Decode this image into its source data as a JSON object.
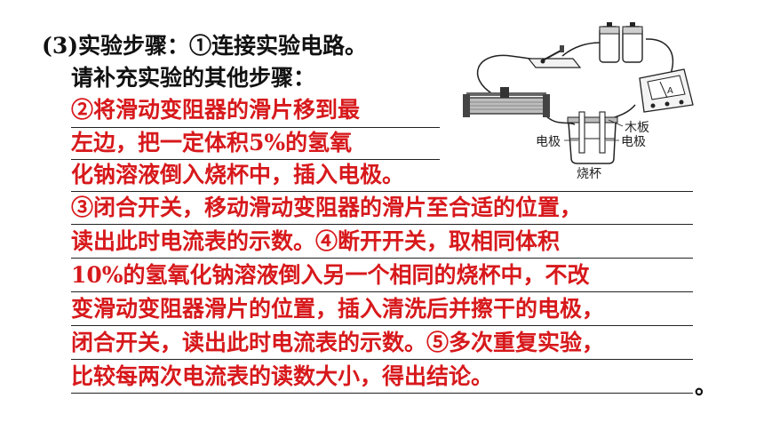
{
  "heading": {
    "step_label": "(3)实验步骤：①连接实验电路。",
    "instruction": "请补充实验的其他步骤："
  },
  "answer_lines": [
    "②将滑动变阻器的滑片移到最",
    "左边，把一定体积5%的氢氧",
    "化钠溶液倒入烧杯中，插入电极。",
    "③闭合开关，移动滑动变阻器的滑片至合适的位置，",
    "读出此时电流表的示数。④断开开关，取相同体积",
    "10%的氢氧化钠溶液倒入另一个相同的烧杯中，不改",
    "变滑动变阻器滑片的位置，插入清洗后并擦干的电极，",
    "闭合开关，读出此时电流表的示数。⑤多次重复实验，",
    "比较每两次电流表的读数大小，得出结论。"
  ],
  "end_mark": "。",
  "diagram": {
    "label_wood_board": "木板",
    "label_electrode_left": "电极",
    "label_electrode_right": "电极",
    "label_beaker": "烧杯",
    "ammeter_symbol": "A"
  },
  "colors": {
    "answer_red": "#d7191c",
    "text_black": "#111111"
  }
}
